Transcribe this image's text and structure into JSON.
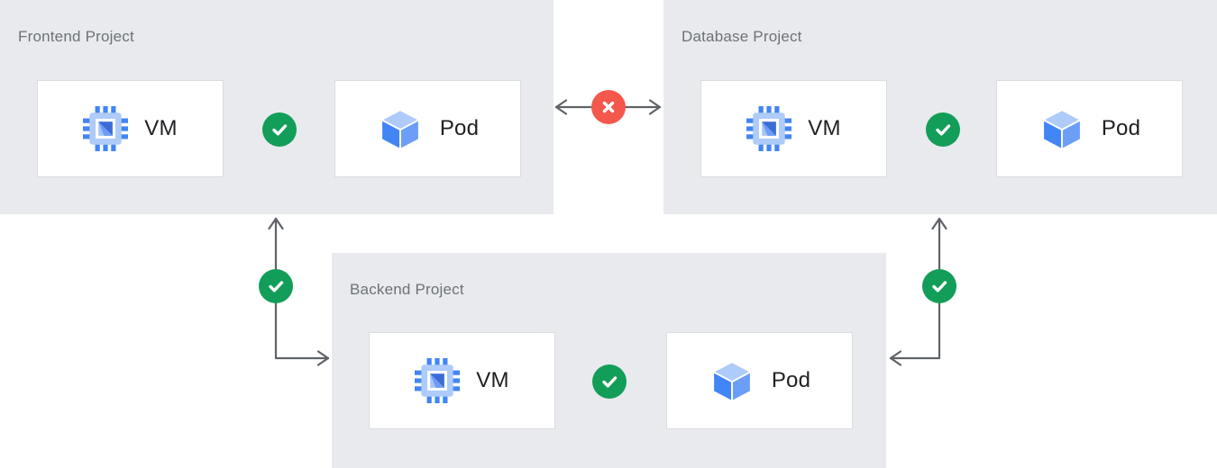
{
  "projects": {
    "frontend": {
      "label": "Frontend Project",
      "vm_label": "VM",
      "pod_label": "Pod",
      "internal_connection": "allowed"
    },
    "database": {
      "label": "Database Project",
      "vm_label": "VM",
      "pod_label": "Pod",
      "internal_connection": "allowed"
    },
    "backend": {
      "label": "Backend Project",
      "vm_label": "VM",
      "pod_label": "Pod",
      "internal_connection": "allowed"
    }
  },
  "connections": [
    {
      "from": "frontend",
      "to": "database",
      "status": "denied",
      "style": "double-headed-arrow"
    },
    {
      "from": "frontend",
      "to": "backend",
      "status": "allowed",
      "style": "elbow-arrow"
    },
    {
      "from": "database",
      "to": "backend",
      "status": "allowed",
      "style": "elbow-arrow"
    }
  ],
  "icons": {
    "vm": "processor-chip-icon",
    "pod": "cube-icon",
    "allowed": "checkmark-icon",
    "denied": "cross-icon"
  },
  "colors": {
    "allowed": "#129D58",
    "denied": "#F4584C",
    "panel_background": "#E8EAED",
    "node_background": "#FFFFFF",
    "node_border": "#DADCE0",
    "arrow": "#5F6368",
    "panel_label": "#6D7276",
    "node_label": "#202124",
    "icon_blue": "#4285F4",
    "icon_light_blue": "#AECBFA"
  }
}
